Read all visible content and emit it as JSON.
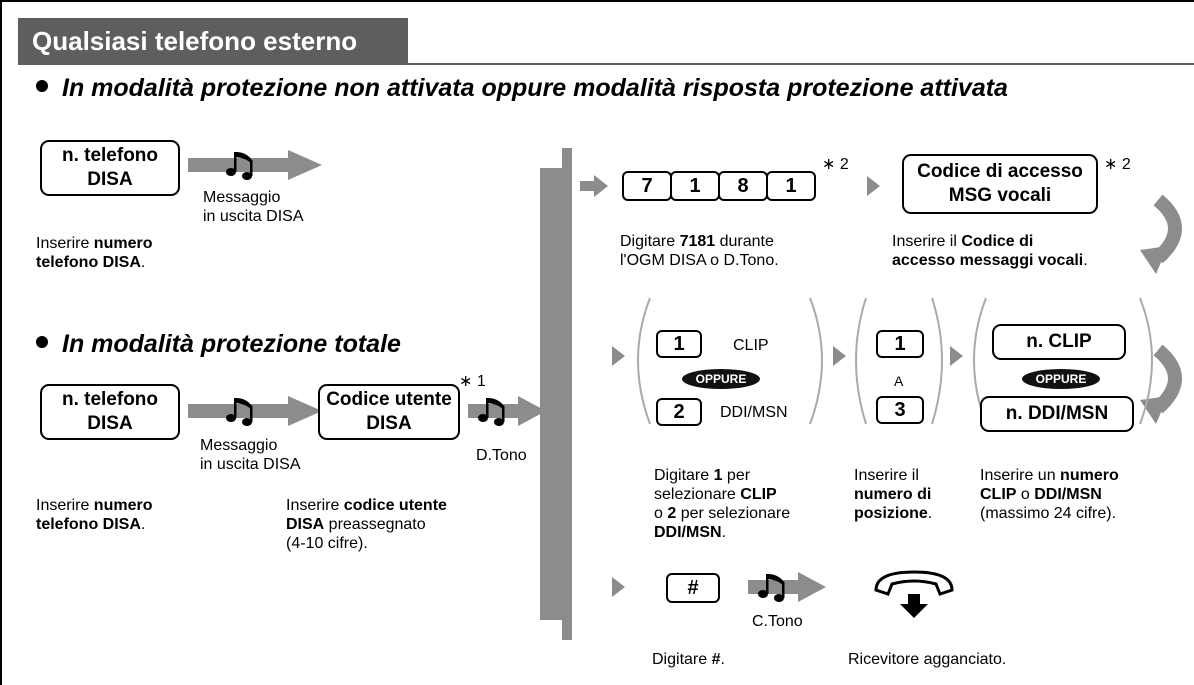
{
  "title": "Qualsiasi telefono esterno",
  "section1": {
    "header": "In modalità protezione non attivata oppure modalità risposta protezione attivata",
    "phone_box": [
      "n. telefono",
      "DISA"
    ],
    "arrow_caption": [
      "Messaggio",
      "in uscita DISA"
    ],
    "instruction": {
      "pre": "Inserire ",
      "bold": "numero telefono DISA",
      "post": "."
    }
  },
  "section2": {
    "header": "In modalità protezione totale",
    "phone_box": [
      "n. telefono",
      "DISA"
    ],
    "arrow_caption": [
      "Messaggio",
      "in uscita DISA"
    ],
    "user_code_box": [
      "Codice utente",
      "DISA"
    ],
    "user_code_note": "∗ 1",
    "dtono": "D.Tono",
    "instruction_phone": {
      "pre": "Inserire ",
      "bold": "numero telefono DISA",
      "post": "."
    },
    "instruction_code": {
      "pre": "Inserire ",
      "bold1": "codice utente",
      "bold2": "DISA",
      "post1": " preassegnato",
      "post2": "(4-10 cifre)."
    }
  },
  "step1": {
    "keys": [
      "7",
      "1",
      "8",
      "1"
    ],
    "note": "∗ 2",
    "instruction": {
      "pre": "Digitare ",
      "bold": "7181",
      "post": " durante",
      "line2": "l'OGM DISA o D.Tono."
    },
    "access_box": [
      "Codice di accesso",
      "MSG vocali"
    ],
    "access_note": "∗ 2",
    "access_instruction": {
      "pre": "Inserire il ",
      "bold1": "Codice di",
      "bold2": "accesso messaggi vocali",
      "post": "."
    }
  },
  "step2": {
    "key1": "1",
    "label1": "CLIP",
    "oppure": "OPPURE",
    "key2": "2",
    "label2": "DDI/MSN",
    "pos_key1": "1",
    "pos_a": "A",
    "pos_key2": "3",
    "clip_box": "n. CLIP",
    "ddi_box": "n. DDI/MSN",
    "instr_select": {
      "l1pre": "Digitare ",
      "l1bold": "1",
      "l1post": " per",
      "l2pre": "selezionare ",
      "l2bold": "CLIP",
      "l3pre": "o ",
      "l3bold": "2",
      "l3post": " per selezionare",
      "l4bold": "DDI/MSN",
      "l4post": "."
    },
    "instr_pos": {
      "l1": "Inserire il",
      "l2bold": "numero di",
      "l3bold": "posizione",
      "l3post": "."
    },
    "instr_num": {
      "l1pre": "Inserire un ",
      "l1bold": "numero",
      "l2bold": "CLIP",
      "l2mid": " o ",
      "l2bold2": "DDI/MSN",
      "l3": "(massimo 24 cifre)."
    }
  },
  "step3": {
    "key": "#",
    "ctono": "C.Tono",
    "instr_hash": {
      "pre": "Digitare ",
      "bold": "#",
      "post": "."
    },
    "instr_hangup": "Ricevitore agganciato."
  }
}
